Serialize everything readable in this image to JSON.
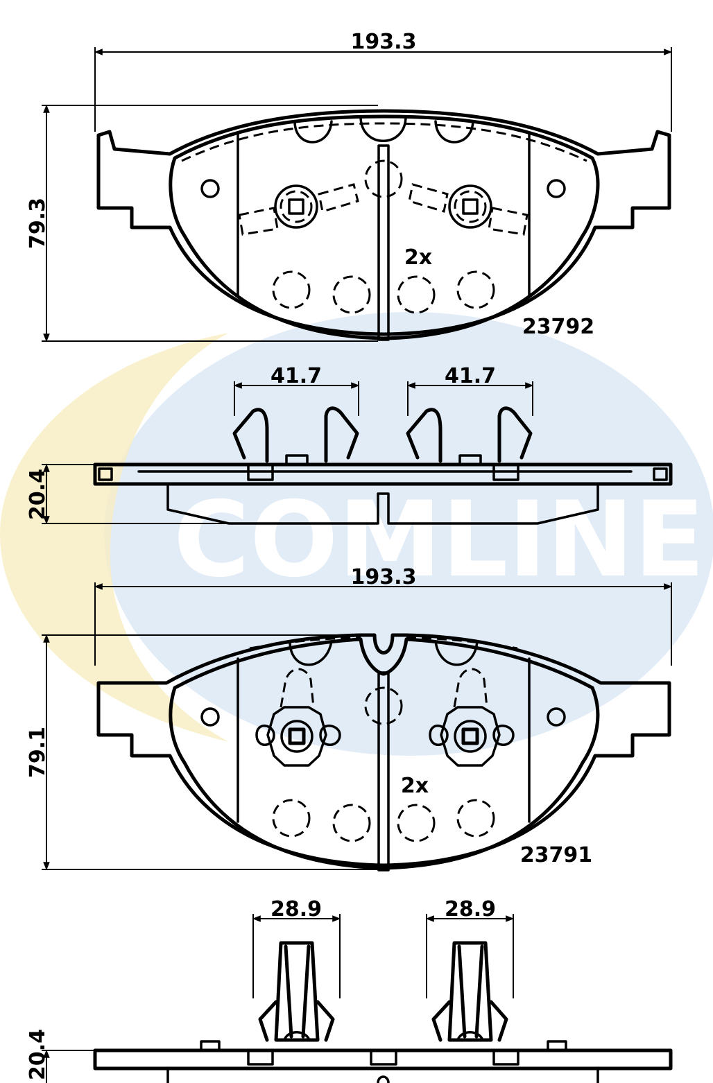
{
  "watermark": {
    "brand": "COMLINE",
    "colors": {
      "blue": "#cfe0f2",
      "yellow": "#f7eec2"
    }
  },
  "pad_top": {
    "part_number": "23792",
    "width_label": "193.3",
    "height_label": "79.3",
    "quantity_label": "2x",
    "side_height_label": "20.4",
    "clip_left_label": "41.7",
    "clip_right_label": "41.7"
  },
  "pad_bottom": {
    "part_number": "23791",
    "width_label": "193.3",
    "height_label": "79.1",
    "quantity_label": "2x",
    "side_height_label": "20.4",
    "clip_left_label": "28.9",
    "clip_right_label": "28.9"
  }
}
